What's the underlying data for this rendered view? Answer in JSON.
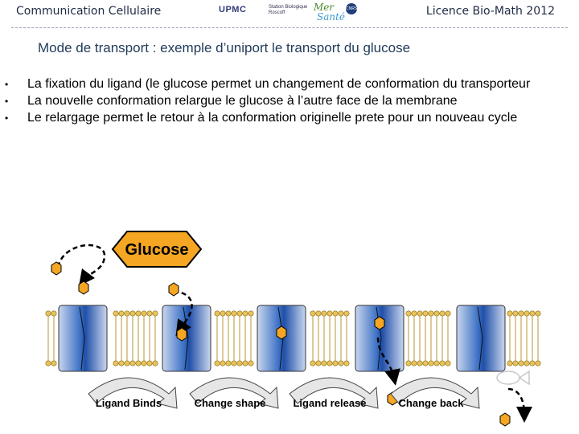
{
  "header": {
    "left_title": "Communication Cellulaire",
    "right_title": "Licence Bio-Math 2012",
    "logos": {
      "upmc": "UPMC",
      "station": "Station Biologique Roscoff",
      "mer": "Mer",
      "sante": "Santé",
      "cnrs": "CNRS"
    }
  },
  "slide": {
    "subtitle": "Mode de transport : exemple d’uniport le transport du glucose",
    "bullets": [
      "La fixation du ligand (le glucose permet un changement de conformation du transporteur",
      "La nouvelle conformation relargue le glucose à l’autre face de la membrane",
      "Le relargage permet le retour à la conformation originelle prete pour un nouveau cycle"
    ],
    "bullet_symbol": "•"
  },
  "diagram": {
    "glucose_label": "Glucose",
    "steps": [
      "Ligand Binds",
      "Change shape",
      "Ligand release",
      "Change back"
    ],
    "colors": {
      "glucose_fill": "#f5a623",
      "lipid_head": "#e8c35a",
      "transporter": "#3a6fc4",
      "arrow": "#e6e6e6"
    }
  }
}
